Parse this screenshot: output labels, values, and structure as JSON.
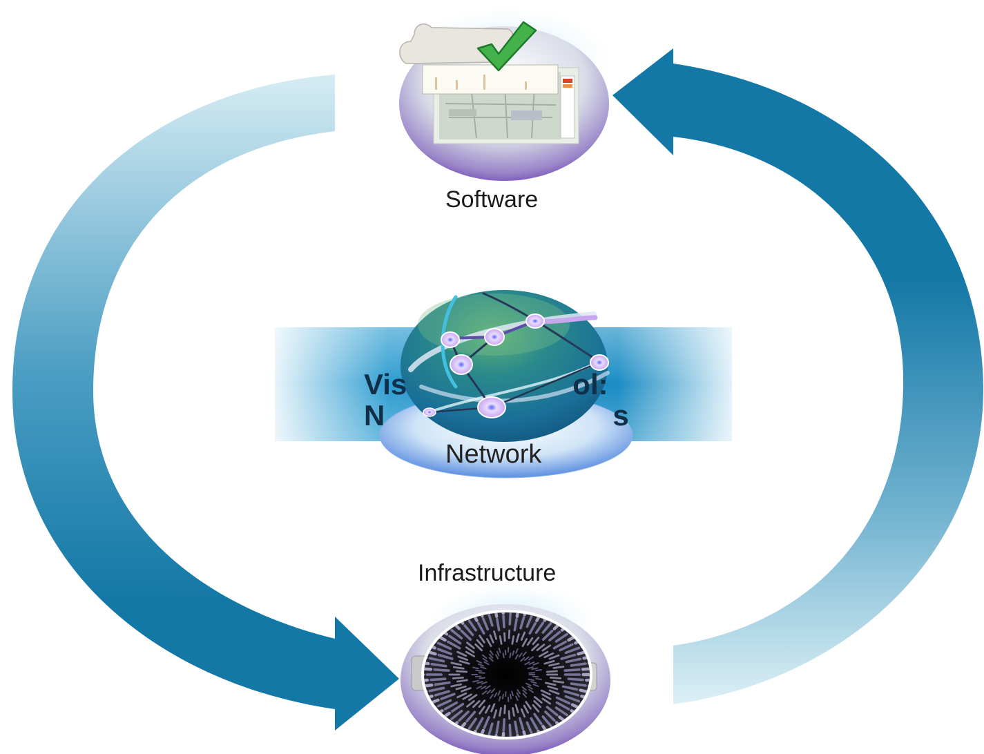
{
  "nodes": {
    "software": {
      "label": "Software",
      "icon": "software-report-icon"
    },
    "network": {
      "label": "Network",
      "icon": "network-globe-icon"
    },
    "infrastructure": {
      "label": "Infrastructure",
      "icon": "data-tunnel-icon"
    }
  },
  "banner": {
    "line1": "Vis",
    "line1_end": "ol:",
    "line2": "N",
    "line2_end": "s"
  },
  "colors": {
    "arrow_dark": "#1478a6",
    "arrow_light": "#d4ebf3",
    "banner": "#1a8cc4",
    "node_purple": "#6a3fb0",
    "globe_teal": "#1d7f97"
  }
}
